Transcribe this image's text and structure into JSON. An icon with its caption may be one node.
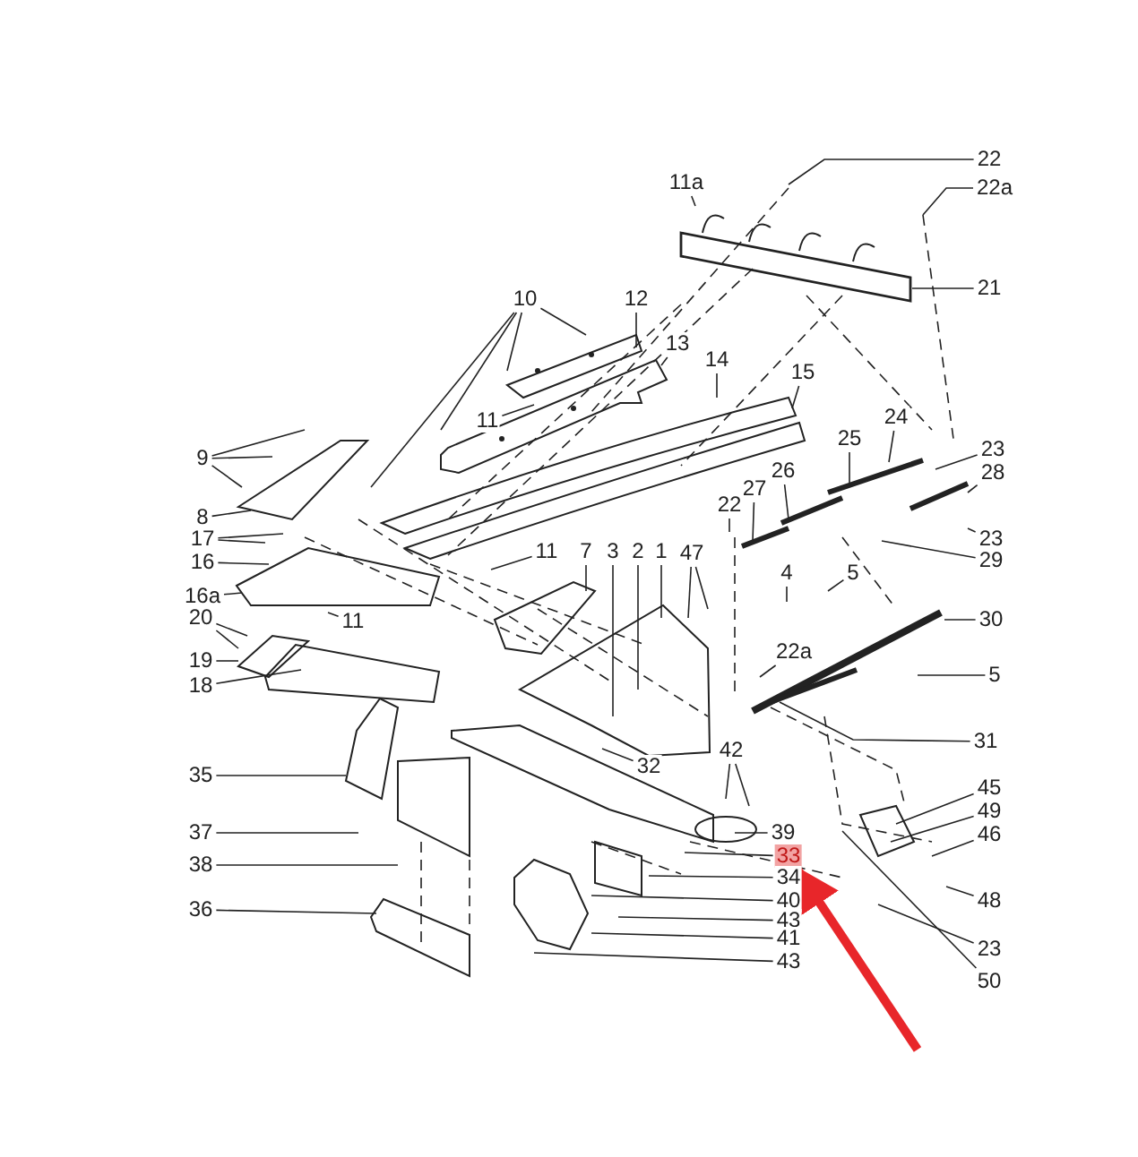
{
  "diagram": {
    "nodes": [
      {
        "text": [
          "22"
        ]
      },
      {
        "text": [
          "11a"
        ]
      },
      {
        "text": [
          "22a"
        ]
      },
      {
        "text": [
          "21"
        ]
      },
      {
        "text": [
          "10"
        ]
      },
      {
        "text": [
          "12"
        ]
      },
      {
        "text": [
          "13"
        ]
      },
      {
        "text": [
          "14"
        ]
      },
      {
        "text": [
          "15"
        ]
      },
      {
        "text": [
          "24"
        ]
      },
      {
        "text": [
          "11"
        ]
      },
      {
        "text": [
          "25"
        ]
      },
      {
        "text": [
          "23"
        ]
      },
      {
        "text": [
          "9"
        ]
      },
      {
        "text": [
          "26"
        ]
      },
      {
        "text": [
          "28"
        ]
      },
      {
        "text": [
          "27"
        ]
      },
      {
        "text": [
          "22"
        ]
      },
      {
        "text": [
          "8"
        ]
      },
      {
        "text": [
          "17"
        ]
      },
      {
        "text": [
          "23"
        ]
      },
      {
        "text": [
          "11"
        ]
      },
      {
        "text": [
          "7"
        ]
      },
      {
        "text": [
          "3"
        ]
      },
      {
        "text": [
          "2"
        ]
      },
      {
        "text": [
          "1"
        ]
      },
      {
        "text": [
          "47"
        ]
      },
      {
        "text": [
          "29"
        ]
      },
      {
        "text": [
          "16"
        ]
      },
      {
        "text": [
          "4"
        ]
      },
      {
        "text": [
          "5"
        ]
      },
      {
        "text": [
          "16a"
        ]
      },
      {
        "text": [
          "11"
        ]
      },
      {
        "text": [
          "20"
        ]
      },
      {
        "text": [
          "30"
        ]
      },
      {
        "text": [
          "22a"
        ]
      },
      {
        "text": [
          "19"
        ]
      },
      {
        "text": [
          "5"
        ]
      },
      {
        "text": [
          "18"
        ]
      },
      {
        "text": [
          "31"
        ]
      },
      {
        "text": [
          "42"
        ]
      },
      {
        "text": [
          "32"
        ]
      },
      {
        "text": [
          "35"
        ]
      },
      {
        "text": [
          "45"
        ]
      },
      {
        "text": [
          "49"
        ]
      },
      {
        "text": [
          "37"
        ]
      },
      {
        "text": [
          "39"
        ]
      },
      {
        "text": [
          "46"
        ]
      },
      {
        "text": [
          "33"
        ]
      },
      {
        "text": [
          "38"
        ]
      },
      {
        "text": [
          "34"
        ]
      },
      {
        "text": [
          "48"
        ]
      },
      {
        "text": [
          "40"
        ]
      },
      {
        "text": [
          "36"
        ]
      },
      {
        "text": [
          "43"
        ]
      },
      {
        "text": [
          "41"
        ]
      },
      {
        "text": [
          "23"
        ]
      },
      {
        "text": [
          "43"
        ]
      },
      {
        "text": [
          "50"
        ]
      }
    ],
    "edges": [
      {
        "from": 0,
        "to": null,
        "arrow": "none"
      },
      {
        "from": 1,
        "to": null,
        "arrow": "none"
      },
      {
        "from": 2,
        "to": null,
        "arrow": "none"
      },
      {
        "from": 3,
        "to": null,
        "arrow": "none"
      },
      {
        "from": 4,
        "to": null,
        "arrow": "none"
      },
      {
        "from": 4,
        "to": null,
        "arrow": "none"
      },
      {
        "from": 4,
        "to": null,
        "arrow": "none"
      },
      {
        "from": 4,
        "to": null,
        "arrow": "none"
      },
      {
        "from": 5,
        "to": null,
        "arrow": "none"
      },
      {
        "from": 6,
        "to": null,
        "arrow": "none"
      },
      {
        "from": 7,
        "to": null,
        "arrow": "none"
      },
      {
        "from": 8,
        "to": null,
        "arrow": "none"
      },
      {
        "from": 9,
        "to": null,
        "arrow": "none"
      },
      {
        "from": 10,
        "to": null,
        "arrow": "none"
      },
      {
        "from": 11,
        "to": null,
        "arrow": "none"
      },
      {
        "from": 12,
        "to": null,
        "arrow": "none"
      },
      {
        "from": 13,
        "to": null,
        "arrow": "none"
      },
      {
        "from": 13,
        "to": null,
        "arrow": "none"
      },
      {
        "from": 13,
        "to": null,
        "arrow": "none"
      },
      {
        "from": 14,
        "to": null,
        "arrow": "none"
      },
      {
        "from": 15,
        "to": null,
        "arrow": "none"
      },
      {
        "from": 16,
        "to": null,
        "arrow": "none"
      },
      {
        "from": 17,
        "to": null,
        "arrow": "none"
      },
      {
        "from": 18,
        "to": null,
        "arrow": "none"
      },
      {
        "from": 19,
        "to": null,
        "arrow": "none"
      },
      {
        "from": 19,
        "to": null,
        "arrow": "none"
      },
      {
        "from": 20,
        "to": null,
        "arrow": "none"
      },
      {
        "from": 21,
        "to": null,
        "arrow": "none"
      },
      {
        "from": 22,
        "to": null,
        "arrow": "none"
      },
      {
        "from": 23,
        "to": null,
        "arrow": "none"
      },
      {
        "from": 24,
        "to": null,
        "arrow": "none"
      },
      {
        "from": 25,
        "to": null,
        "arrow": "none"
      },
      {
        "from": 26,
        "to": null,
        "arrow": "none"
      },
      {
        "from": 26,
        "to": null,
        "arrow": "none"
      },
      {
        "from": 27,
        "to": null,
        "arrow": "none"
      },
      {
        "from": 28,
        "to": null,
        "arrow": "none"
      },
      {
        "from": 29,
        "to": null,
        "arrow": "none"
      },
      {
        "from": 30,
        "to": null,
        "arrow": "none"
      },
      {
        "from": 31,
        "to": null,
        "arrow": "none"
      },
      {
        "from": 32,
        "to": null,
        "arrow": "none"
      },
      {
        "from": 33,
        "to": null,
        "arrow": "none"
      },
      {
        "from": 33,
        "to": null,
        "arrow": "none"
      },
      {
        "from": 34,
        "to": null,
        "arrow": "none"
      },
      {
        "from": 35,
        "to": null,
        "arrow": "none"
      },
      {
        "from": 36,
        "to": null,
        "arrow": "none"
      },
      {
        "from": 37,
        "to": null,
        "arrow": "none"
      },
      {
        "from": 38,
        "to": null,
        "arrow": "none"
      },
      {
        "from": 39,
        "to": null,
        "arrow": "none"
      },
      {
        "from": 40,
        "to": null,
        "arrow": "none"
      },
      {
        "from": 40,
        "to": null,
        "arrow": "none"
      },
      {
        "from": 41,
        "to": null,
        "arrow": "none"
      },
      {
        "from": 42,
        "to": null,
        "arrow": "none"
      },
      {
        "from": 43,
        "to": null,
        "arrow": "none"
      },
      {
        "from": 44,
        "to": null,
        "arrow": "none"
      },
      {
        "from": 45,
        "to": null,
        "arrow": "none"
      },
      {
        "from": 46,
        "to": null,
        "arrow": "none"
      },
      {
        "from": 47,
        "to": null,
        "arrow": "none"
      },
      {
        "from": 48,
        "to": null,
        "arrow": "none"
      },
      {
        "from": 49,
        "to": null,
        "arrow": "none"
      },
      {
        "from": 50,
        "to": null,
        "arrow": "none"
      },
      {
        "from": 51,
        "to": null,
        "arrow": "none"
      },
      {
        "from": 52,
        "to": null,
        "arrow": "none"
      },
      {
        "from": 53,
        "to": null,
        "arrow": "none"
      },
      {
        "from": 54,
        "to": null,
        "arrow": "none"
      },
      {
        "from": 55,
        "to": null,
        "arrow": "none"
      },
      {
        "from": 56,
        "to": null,
        "arrow": "none"
      },
      {
        "from": 57,
        "to": null,
        "arrow": "none"
      },
      {
        "from": 58,
        "to": null,
        "arrow": "none"
      },
      {
        "from": null,
        "to": 48,
        "arrow": "to",
        "style": "thick",
        "color": "#e8262a"
      }
    ]
  }
}
